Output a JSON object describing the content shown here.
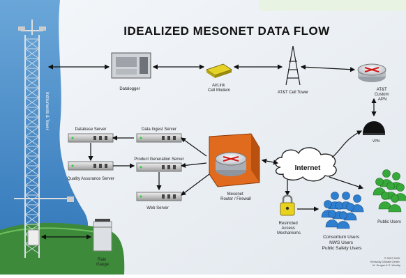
{
  "title": "IDEALIZED MESONET DATA FLOW",
  "tower_label": "Instruments & Tower",
  "nodes": {
    "datalogger": "Datalogger",
    "airlink": [
      "AirLink",
      "Cell Modem"
    ],
    "cell_tower": "AT&T Cell Tower",
    "apn": [
      "AT&T",
      "Custom",
      "APN"
    ],
    "vpn": "VPN",
    "database_server": "Database Server",
    "data_ingest_server": "Data Ingest Server",
    "quality_assurance_server": "Quality Assurance Server",
    "product_generation_server": "Product Generation Server",
    "web_server": "Web Server",
    "router": [
      "Mesonet",
      "Router / Firewall"
    ],
    "internet": "Internet",
    "restricted": [
      "Restricted",
      "Access",
      "Mechanisms"
    ],
    "consortium": [
      "Consortium Users",
      "NWS Users",
      "Public Safety Users"
    ],
    "public_users": "Public Users",
    "rain_gauge": [
      "Rain",
      "Gauge"
    ]
  },
  "credit": [
    "© 2007-2009",
    "Kentucky Climate Center",
    "M. Grogan & S. Wooldy"
  ],
  "colors": {
    "background_left": "#4a90c8",
    "ground": "#3d8a3a",
    "router": "#e06a1e",
    "people_blue": "#2f7fd0",
    "people_green": "#37a83a",
    "modem": "#d6c21a",
    "lock": "#e8d21e"
  }
}
